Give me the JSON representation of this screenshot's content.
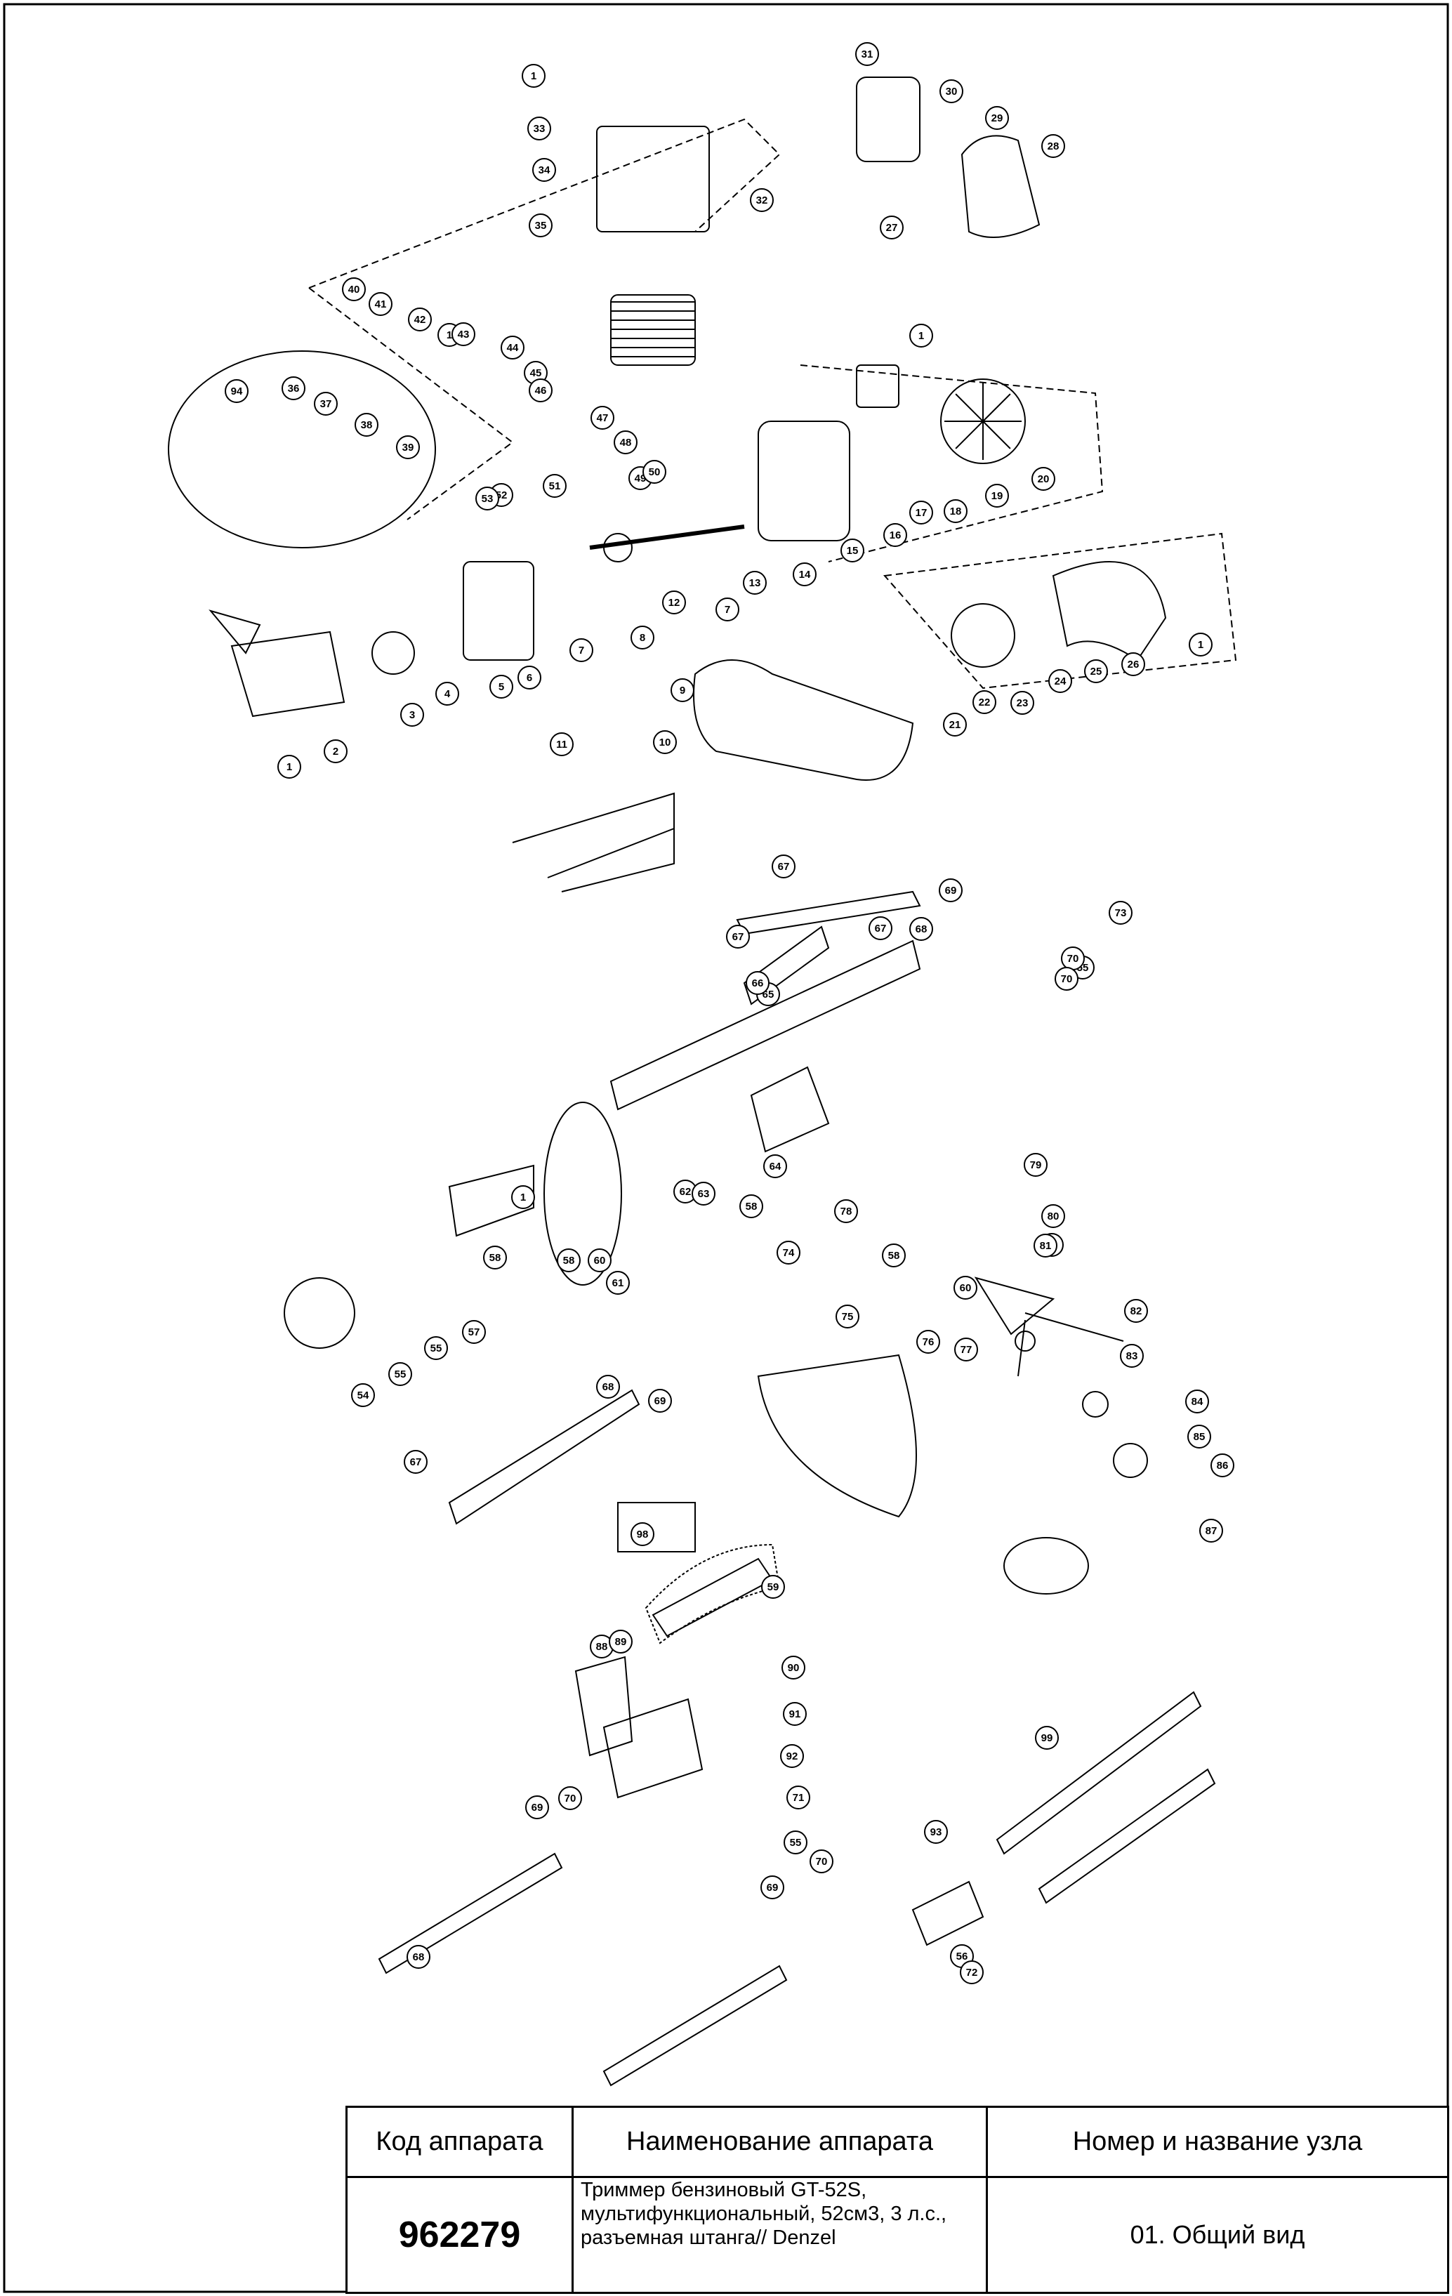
{
  "diagram": {
    "callouts": [
      "1",
      "1",
      "1",
      "1",
      "1",
      "1",
      "2",
      "3",
      "4",
      "5",
      "6",
      "7",
      "7",
      "8",
      "9",
      "10",
      "11",
      "12",
      "13",
      "14",
      "15",
      "16",
      "17",
      "18",
      "19",
      "20",
      "21",
      "22",
      "23",
      "24",
      "25",
      "26",
      "27",
      "28",
      "29",
      "30",
      "31",
      "32",
      "33",
      "34",
      "35",
      "36",
      "37",
      "38",
      "39",
      "40",
      "41",
      "42",
      "43",
      "44",
      "45",
      "46",
      "47",
      "48",
      "49",
      "50",
      "51",
      "52",
      "53",
      "54",
      "55",
      "55",
      "55",
      "55",
      "56",
      "57",
      "58",
      "58",
      "58",
      "58",
      "59",
      "60",
      "60",
      "61",
      "62",
      "63",
      "64",
      "65",
      "66",
      "67",
      "67",
      "67",
      "67",
      "68",
      "68",
      "68",
      "68",
      "69",
      "69",
      "69",
      "69",
      "70",
      "70",
      "70",
      "70",
      "70",
      "71",
      "72",
      "73",
      "74",
      "75",
      "76",
      "77",
      "78",
      "79",
      "80",
      "81",
      "82",
      "83",
      "84",
      "85",
      "86",
      "87",
      "88",
      "89",
      "90",
      "91",
      "92",
      "93",
      "94",
      "98",
      "99"
    ]
  },
  "title_block": {
    "headers": {
      "code": "Код аппарата",
      "name": "Наименование аппарата",
      "node": "Номер и название узла"
    },
    "code_value": "962279",
    "name_lines": [
      "Триммер бензиновый GT-52S,",
      "мультифункциональный, 52см3, 3 л.с.,",
      "разъемная штанга// Denzel"
    ],
    "node_value": "01. Общий вид"
  }
}
